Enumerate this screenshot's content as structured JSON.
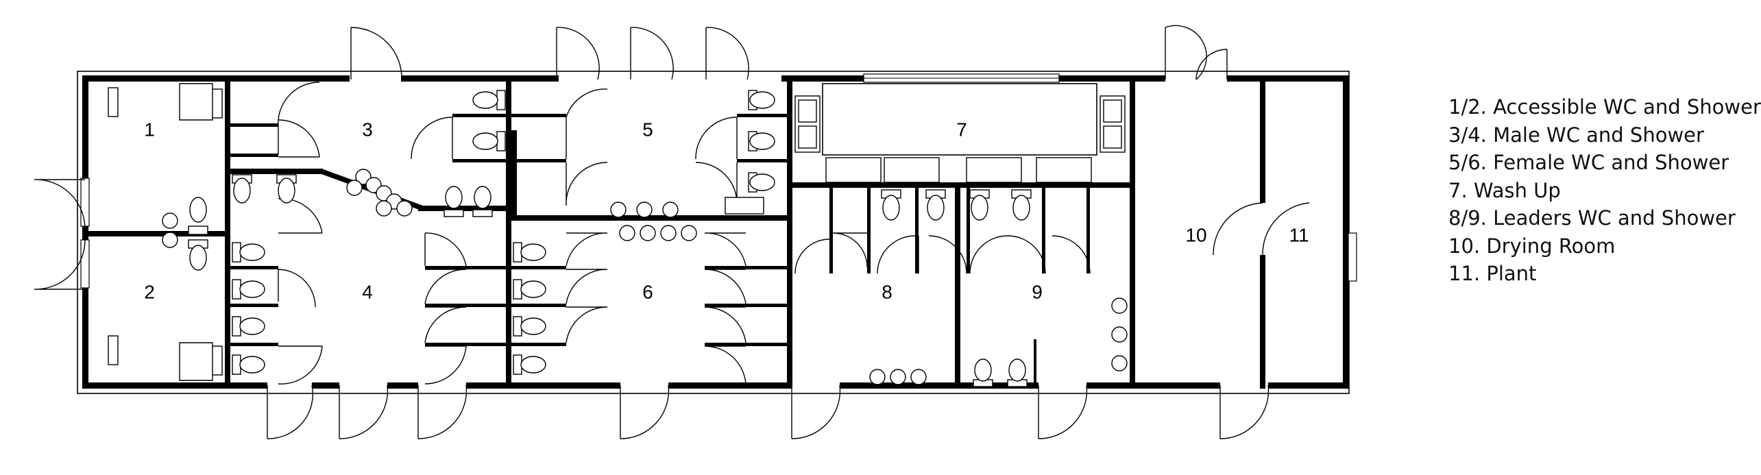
{
  "rooms": [
    {
      "number": "1"
    },
    {
      "number": "2"
    },
    {
      "number": "3"
    },
    {
      "number": "4"
    },
    {
      "number": "5"
    },
    {
      "number": "6"
    },
    {
      "number": "7"
    },
    {
      "number": "8"
    },
    {
      "number": "9"
    },
    {
      "number": "10"
    },
    {
      "number": "11"
    }
  ],
  "legend": [
    "1/2. Accessible WC and Shower",
    "3/4. Male WC and Shower",
    "5/6. Female WC and Shower",
    "7. Wash Up",
    "8/9. Leaders WC and Shower",
    "10. Drying Room",
    "11. Plant"
  ]
}
